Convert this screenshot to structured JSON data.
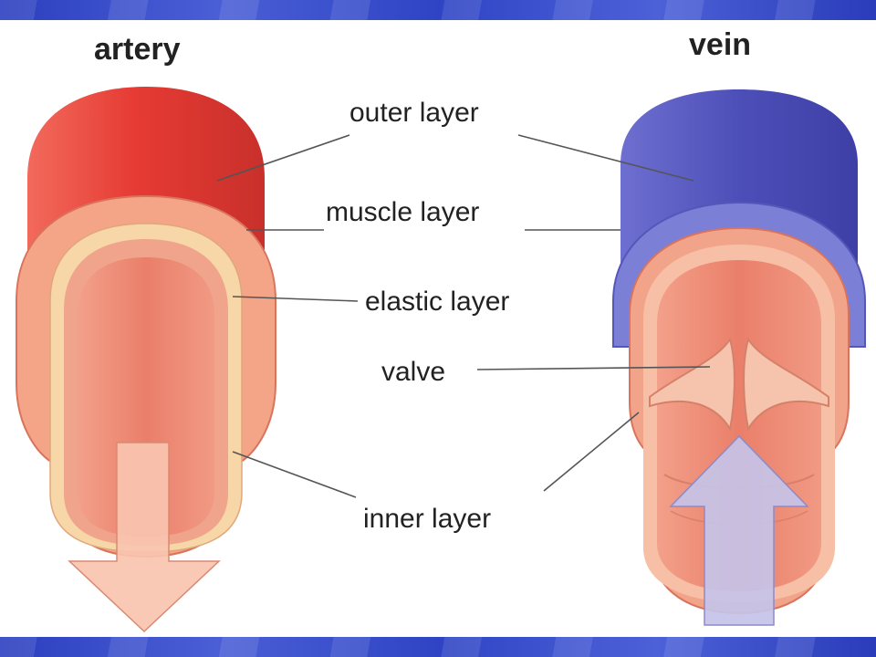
{
  "headings": {
    "artery": "artery",
    "vein": "vein"
  },
  "labels": {
    "outer": "outer layer",
    "muscle": "muscle layer",
    "elastic": "elastic layer",
    "valve": "valve",
    "inner": "inner layer"
  },
  "colors": {
    "artery_outer": "#e63b34",
    "artery_wall": "#f4a487",
    "artery_elastic": "#f7d6a8",
    "artery_lumen": "#ee8a75",
    "vein_outer": "#4d4fb8",
    "vein_wall": "#f1a48a",
    "vein_lumen": "#ec8872",
    "artery_arrow": "#f9c4b0",
    "vein_arrow": "#c5c3e8",
    "band": "#3549c9"
  }
}
